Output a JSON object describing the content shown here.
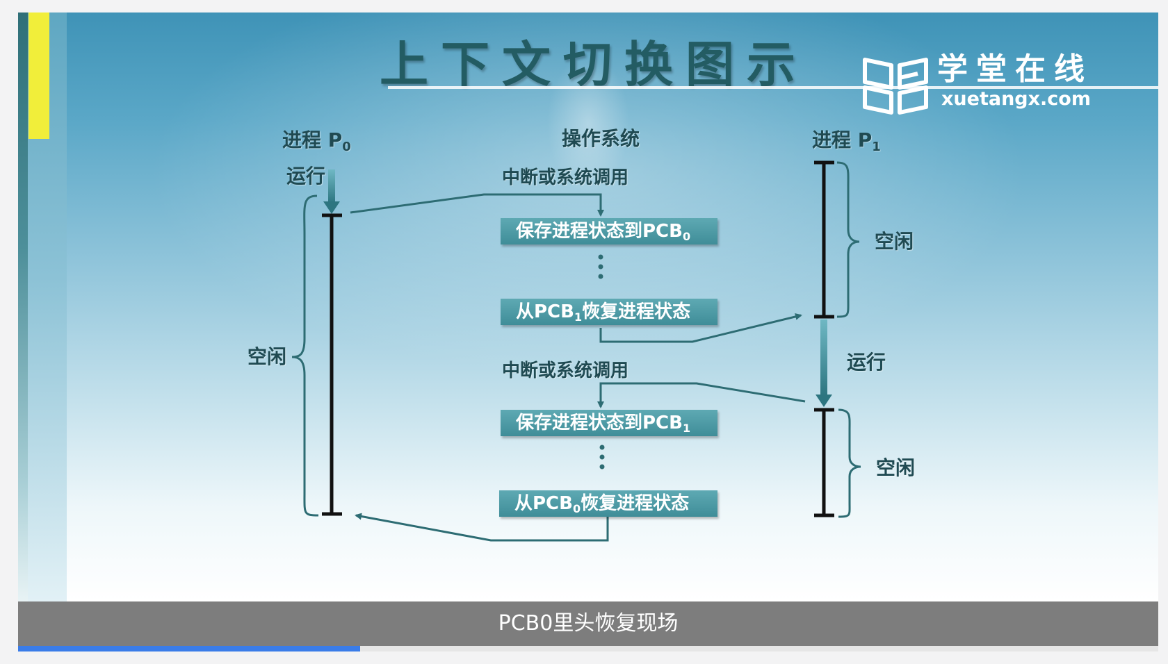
{
  "slide": {
    "title": "上下文切换图示",
    "logo_text": "学堂在线",
    "logo_url": "xuetangx.com"
  },
  "diagram": {
    "p0_header": "进程 P",
    "p0_sub": "0",
    "os_header": "操作系统",
    "p1_header": "进程 P",
    "p1_sub": "1",
    "p0_running": "运行",
    "p0_idle": "空闲",
    "p1_idle_top": "空闲",
    "p1_running": "运行",
    "p1_idle_bottom": "空闲",
    "interrupt_1": "中断或系统调用",
    "interrupt_2": "中断或系统调用",
    "box1_text": "保存进程状态到PCB",
    "box1_sub": "0",
    "box2_pre": "从PCB",
    "box2_sub": "1",
    "box2_post": "恢复进程状态",
    "box3_text": "保存进程状态到PCB",
    "box3_sub": "1",
    "box4_pre": "从PCB",
    "box4_sub": "0",
    "box4_post": "恢复进程状态"
  },
  "caption": {
    "text": "PCB0里头恢复现场"
  },
  "progress": {
    "fraction": 0.3
  },
  "colors": {
    "accent": "#3a7ce8",
    "box": "#4e9ca6",
    "arrow": "#2d6c73",
    "caption_bg": "#7d7d7d"
  }
}
